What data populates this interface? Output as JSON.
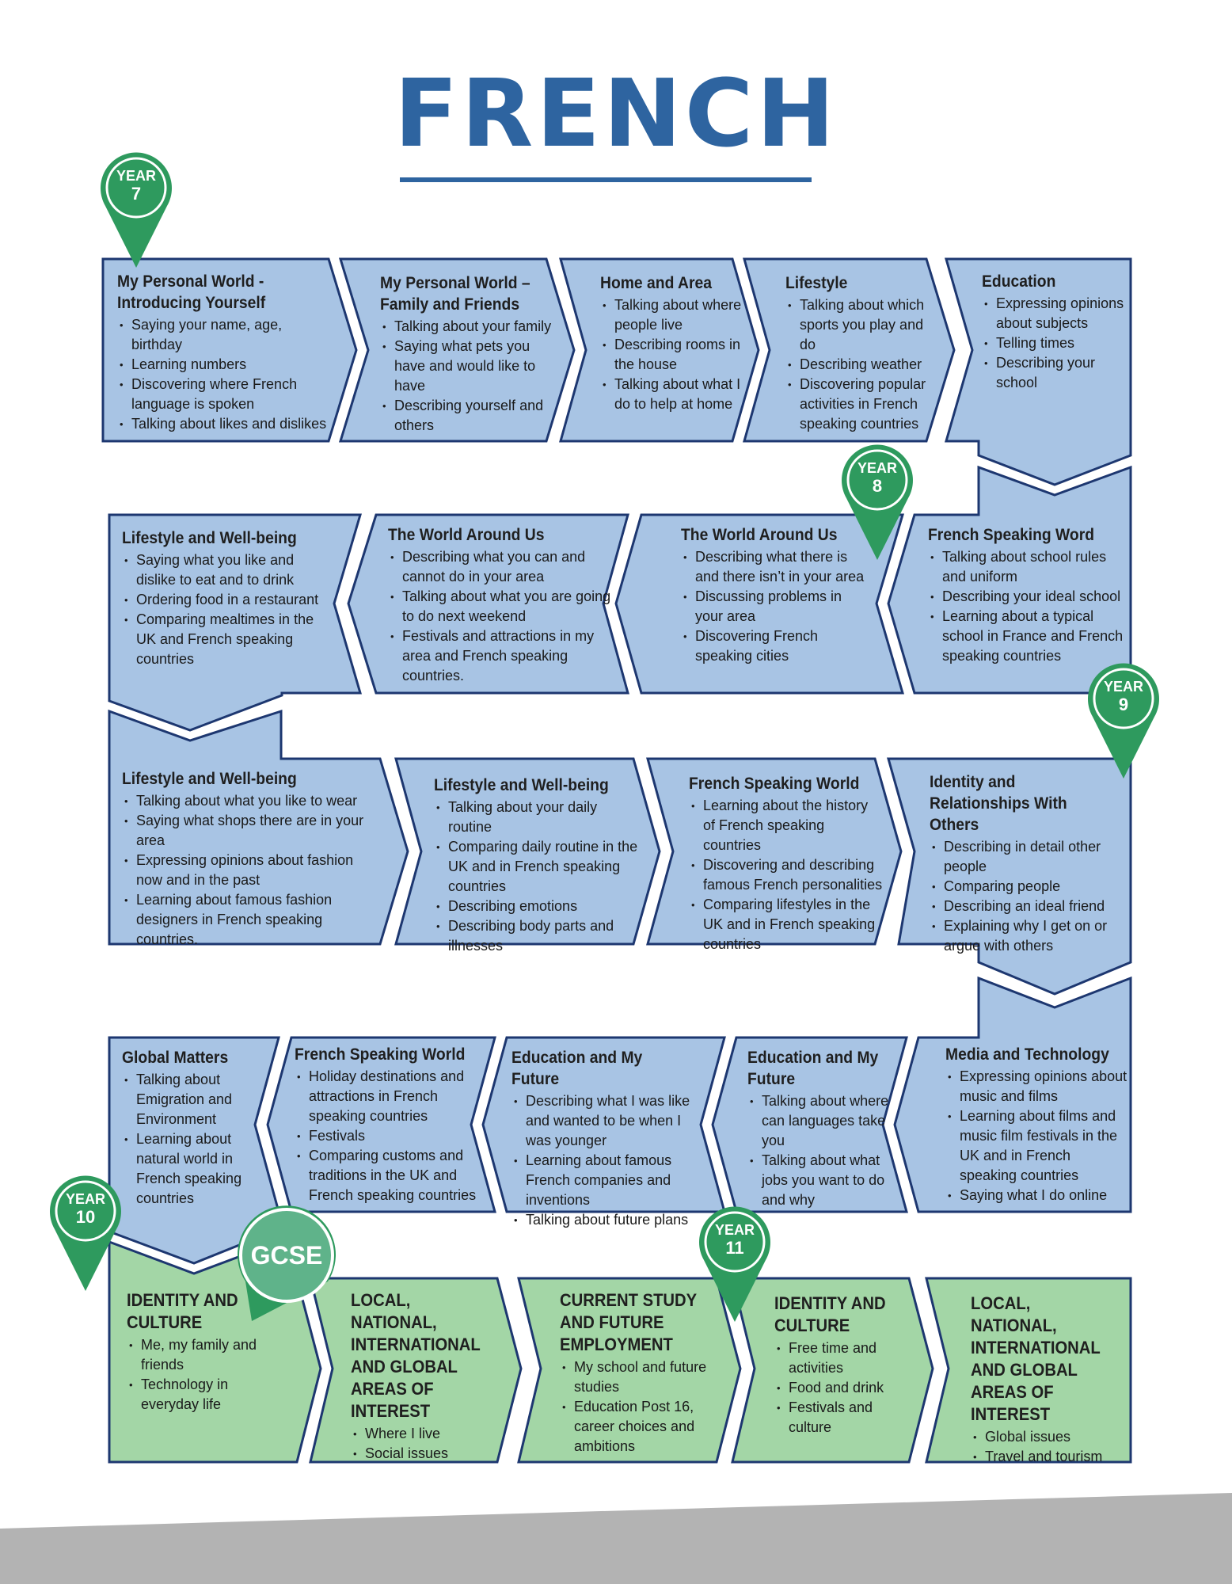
{
  "title": "FRENCH",
  "colors": {
    "title": "#2e64a0",
    "box_blue": "#a8c4e4",
    "box_green": "#a3d6a6",
    "outline": "#1d3770",
    "pin": "#2e9a5e"
  },
  "pins": [
    {
      "line1": "YEAR",
      "line2": "7"
    },
    {
      "line1": "YEAR",
      "line2": "8"
    },
    {
      "line1": "YEAR",
      "line2": "9"
    },
    {
      "line1": "YEAR",
      "line2": "10"
    },
    {
      "line1": "YEAR",
      "line2": "11"
    }
  ],
  "gcse_label": "GCSE",
  "rows": [
    [
      {
        "title": "My Personal World - Introducing Yourself",
        "items": [
          "Saying your name, age, birthday",
          "Learning numbers",
          "Discovering where French language is spoken",
          "Talking about likes and dislikes"
        ]
      },
      {
        "title": "My Personal World – Family and Friends",
        "items": [
          "Talking about your family",
          "Saying what pets you have and would like to have",
          "Describing yourself and others"
        ]
      },
      {
        "title": "Home and Area",
        "items": [
          "Talking about where people live",
          "Describing rooms in the house",
          "Talking about what I do to help at home"
        ]
      },
      {
        "title": "Lifestyle",
        "items": [
          "Talking about which sports you play and do",
          "Describing weather",
          "Discovering popular activities in French speaking countries"
        ]
      },
      {
        "title": "Education",
        "items": [
          "Expressing opinions about subjects",
          "Telling times",
          "Describing your school"
        ]
      }
    ],
    [
      {
        "title": "Lifestyle and Well-being",
        "items": [
          "Saying what you like and dislike to eat and to drink",
          "Ordering food in a restaurant",
          "Comparing mealtimes in the UK and French speaking countries"
        ]
      },
      {
        "title": "The World Around Us",
        "items": [
          "Describing what you can and cannot do in your area",
          "Talking about what you are going to do next weekend",
          "Festivals and attractions in my area and French speaking countries."
        ]
      },
      {
        "title": "The World Around Us",
        "items": [
          "Describing what there is and there isn’t in your area",
          "Discussing problems in your area",
          "Discovering French speaking cities"
        ]
      },
      {
        "title": "French Speaking Word",
        "items": [
          "Talking about school rules and uniform",
          "Describing your ideal school",
          "Learning about a typical school in France and French speaking countries"
        ]
      }
    ],
    [
      {
        "title": "Lifestyle and Well-being",
        "items": [
          "Talking about what you like to wear",
          "Saying what shops there are in your area",
          "Expressing opinions about fashion now and in the past",
          "Learning about famous fashion designers in French speaking countries."
        ]
      },
      {
        "title": "Lifestyle and Well-being",
        "items": [
          "Talking about your daily routine",
          "Comparing daily routine in the UK and in French speaking countries",
          "Describing emotions",
          "Describing body parts and illnesses"
        ]
      },
      {
        "title": "French Speaking World",
        "items": [
          "Learning about the history of French speaking countries",
          "Discovering and describing famous French personalities",
          "Comparing lifestyles in the UK and in French speaking countries"
        ]
      },
      {
        "title": "Identity and Relationships With Others",
        "items": [
          "Describing in detail other people",
          "Comparing people",
          "Describing an ideal friend",
          "Explaining why I get on or argue with others"
        ]
      }
    ],
    [
      {
        "title": "Global Matters",
        "items": [
          "Talking about Emigration and Environment",
          "Learning about natural world in French speaking countries"
        ]
      },
      {
        "title": "French Speaking World",
        "items": [
          "Holiday destinations and attractions in French speaking countries",
          "Festivals",
          "Comparing customs and traditions in the UK and French speaking countries"
        ]
      },
      {
        "title": "Education and My Future",
        "items": [
          "Describing what I was like and wanted to be when I was younger",
          "Learning about famous French companies and inventions",
          "Talking about future plans"
        ]
      },
      {
        "title": "Education and My Future",
        "items": [
          "Talking about where can languages take you",
          "Talking about what jobs you want to do and why"
        ]
      },
      {
        "title": "Media and Technology",
        "items": [
          "Expressing opinions about music and films",
          "Learning about films and music film festivals in the UK and in French speaking countries",
          "Saying what I do online"
        ]
      }
    ],
    [
      {
        "title": "IDENTITY AND CULTURE",
        "items": [
          "Me, my family and friends",
          "Technology in everyday life"
        ]
      },
      {
        "title": "LOCAL, NATIONAL, INTERNATIONAL AND GLOBAL AREAS OF INTEREST",
        "items": [
          "Where I live",
          "Social issues"
        ]
      },
      {
        "title": "CURRENT STUDY AND FUTURE EMPLOYMENT",
        "items": [
          "My school and future studies",
          "Education Post 16, career choices and ambitions"
        ]
      },
      {
        "title": "IDENTITY AND CULTURE",
        "items": [
          "Free time and activities",
          "Food and drink",
          "Festivals and culture"
        ]
      },
      {
        "title": "LOCAL, NATIONAL, INTERNATIONAL AND GLOBAL AREAS OF INTEREST",
        "items": [
          "Global issues",
          "Travel and tourism"
        ]
      }
    ]
  ]
}
